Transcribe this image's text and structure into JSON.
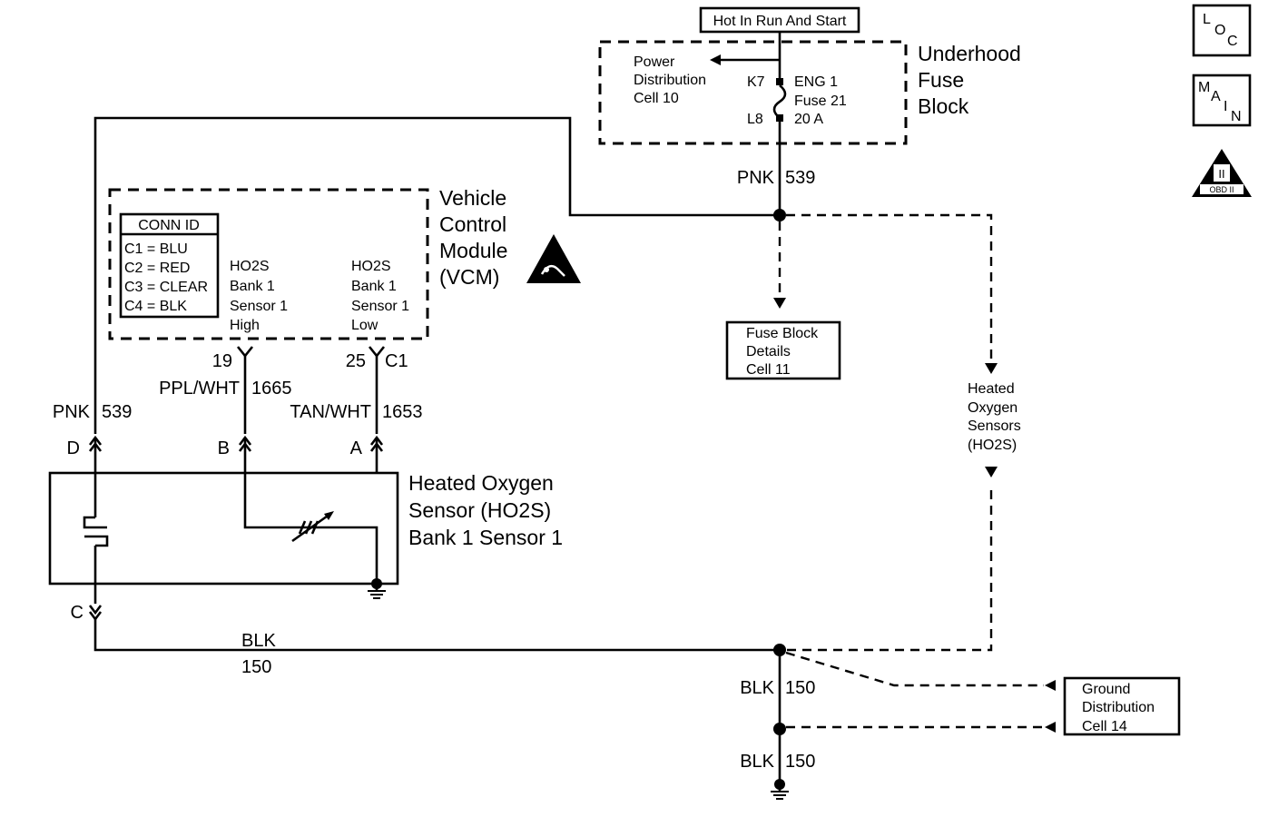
{
  "top_label": "Hot In Run And Start",
  "fuse_block": {
    "title": [
      "Underhood",
      "Fuse",
      "Block"
    ],
    "power_ref": [
      "Power",
      "Distribution",
      "Cell 10"
    ],
    "pin_top": "K7",
    "pin_bottom": "L8",
    "fuse": [
      "ENG 1",
      "Fuse 21",
      "20 A"
    ]
  },
  "feed_wire": {
    "color": "PNK",
    "circuit": "539"
  },
  "fuse_details": [
    "Fuse Block",
    "Details",
    "Cell 11"
  ],
  "ho2s_ref": [
    "Heated",
    "Oxygen",
    "Sensors",
    "(HO2S)"
  ],
  "icons": {
    "loc": [
      "L",
      "O",
      "C"
    ],
    "main": [
      "M",
      "A",
      "I",
      "N"
    ],
    "obd": [
      "II",
      "OBD II"
    ]
  },
  "vcm": {
    "title": [
      "Vehicle",
      "Control",
      "Module",
      "(VCM)"
    ],
    "conn_id": {
      "header": "CONN ID",
      "rows": [
        "C1 = BLU",
        "C2 = RED",
        "C3 = CLEAR",
        "C4 = BLK"
      ]
    },
    "high_label": [
      "HO2S",
      "Bank 1",
      "Sensor 1",
      "High"
    ],
    "low_label": [
      "HO2S",
      "Bank 1",
      "Sensor 1",
      "Low"
    ],
    "pin_high": "19",
    "pin_low": "25",
    "connector": "C1"
  },
  "wires": {
    "ppl": {
      "color": "PPL/WHT",
      "circuit": "1665"
    },
    "tan": {
      "color": "TAN/WHT",
      "circuit": "1653"
    },
    "pnk_left": {
      "color": "PNK",
      "circuit": "539"
    },
    "blk_main": {
      "color": "BLK",
      "circuit": "150"
    },
    "blk_drop1": {
      "color": "BLK",
      "circuit": "150"
    },
    "blk_drop2": {
      "color": "BLK",
      "circuit": "150"
    }
  },
  "sensor": {
    "title": [
      "Heated Oxygen",
      "Sensor (HO2S)",
      "Bank 1 Sensor 1"
    ],
    "pins": {
      "d": "D",
      "b": "B",
      "a": "A",
      "c": "C"
    }
  },
  "ground_ref": [
    "Ground",
    "Distribution",
    "Cell 14"
  ]
}
